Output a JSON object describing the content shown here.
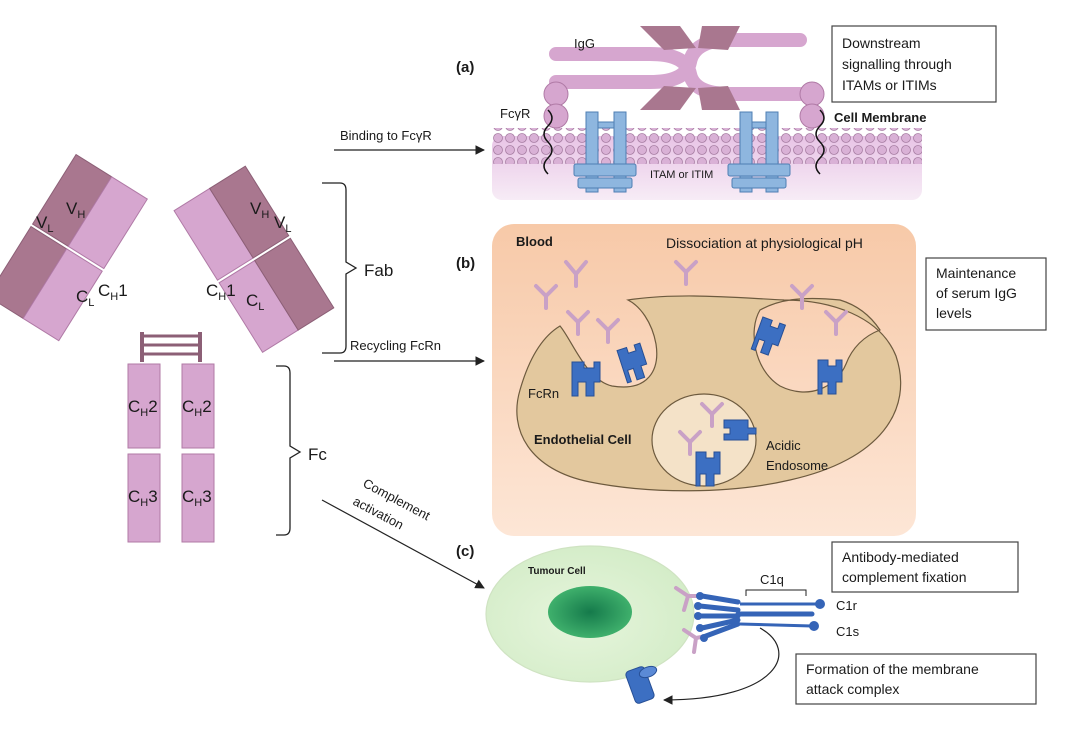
{
  "antibody": {
    "vl_left": "V",
    "vl_left_sub": "L",
    "vh_left": "V",
    "vh_left_sub": "H",
    "cl_left": "C",
    "cl_left_sub": "L",
    "ch1_left": "C",
    "ch1_left_sub": "H",
    "ch1_left_num": "1",
    "vh_right": "V",
    "vh_right_sub": "H",
    "vl_right": "V",
    "vl_right_sub": "L",
    "ch1_right": "C",
    "ch1_right_sub": "H",
    "ch1_right_num": "1",
    "cl_right": "C",
    "cl_right_sub": "L",
    "ch2_left": "C",
    "ch2_left_sub": "H",
    "ch2_left_num": "2",
    "ch2_right": "C",
    "ch2_right_sub": "H",
    "ch2_right_num": "2",
    "ch3_left": "C",
    "ch3_left_sub": "H",
    "ch3_left_num": "3",
    "ch3_right": "C",
    "ch3_right_sub": "H",
    "ch3_right_num": "3"
  },
  "regions": {
    "fab": "Fab",
    "fc": "Fc"
  },
  "arrows": {
    "binding": "Binding to FcγR",
    "recycling": "Recycling FcRn",
    "complement_line1": "Complement",
    "complement_line2": "activation"
  },
  "panel_a": {
    "label": "(a)",
    "igg": "IgG",
    "fcyr": "FcγR",
    "itam": "ITAM or ITIM",
    "membrane": "Cell Membrane",
    "caption_lines": [
      "Downstream",
      "signalling through",
      "ITAMs or ITIMs"
    ]
  },
  "panel_b": {
    "label": "(b)",
    "blood": "Blood",
    "dissociation": "Dissociation at physiological pH",
    "fcrn": "FcRn",
    "endothelial": "Endothelial Cell",
    "endosome_line1": "Acidic",
    "endosome_line2": "Endosome",
    "caption_lines": [
      "Maintenance",
      "of serum IgG",
      "levels"
    ]
  },
  "panel_c": {
    "label": "(c)",
    "tumour": "Tumour Cell",
    "c1q": "C1q",
    "c1r": "C1r",
    "c1s": "C1s",
    "caption_top_lines": [
      "Antibody-mediated",
      "complement fixation"
    ],
    "caption_bottom_lines": [
      "Formation of the membrane",
      "attack complex"
    ]
  }
}
